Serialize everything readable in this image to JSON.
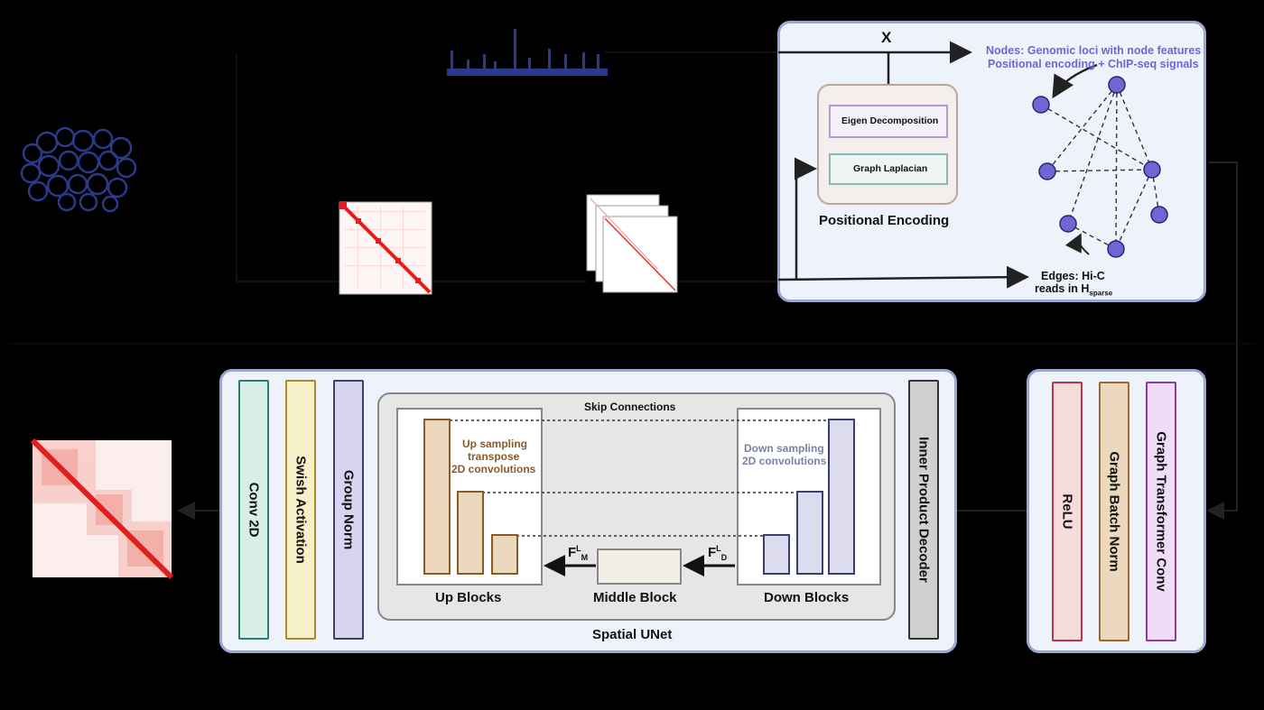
{
  "colors": {
    "panel_border": "#9aa7d6",
    "panel_bg": "#eef2fb",
    "node": "#6f66d6",
    "node_text": "#6f66d6",
    "upsampling_text": "#8b5a2b",
    "downsampling_text": "#7a80a8",
    "conv2d": "#2e7d6b",
    "swish": "#a88a2a",
    "groupnorm": "#3b3f6a",
    "relu": "#b23a48",
    "graphbatchnorm": "#9a6a32",
    "graphtransformer": "#8a3aa0"
  },
  "graph_panel": {
    "x_label": "X",
    "nodes_text_line1": "Nodes: Genomic loci with node features",
    "nodes_text_line2": "Positional encoding + ChIP-seq signals",
    "eigen_label": "Eigen Decomposition",
    "laplacian_label": "Graph Laplacian",
    "positional_encoding_label": "Positional Encoding",
    "edges_line1": "Edges: Hi-C",
    "edges_line2": "reads in H",
    "edges_subscript": "sparse"
  },
  "unet_panel": {
    "conv_label": "Conv 2D",
    "swish_label": "Swish Activation",
    "groupnorm_label": "Group Norm",
    "skip_label": "Skip Connections",
    "upsampling_line1": "Up sampling",
    "upsampling_line2": "transpose",
    "upsampling_line3": "2D convolutions",
    "downsampling_line1": "Down sampling",
    "downsampling_line2": "2D convolutions",
    "up_blocks_label": "Up Blocks",
    "middle_block_label": "Middle Block",
    "down_blocks_label": "Down Blocks",
    "fm_base": "F",
    "fm_sup": "L",
    "fm_sub": "M",
    "fd_base": "F",
    "fd_sup": "L",
    "fd_sub": "D",
    "spatial_unet_label": "Spatial UNet",
    "decoder_label": "Inner Product Decoder"
  },
  "gnn_panel": {
    "relu_label": "ReLU",
    "batchnorm_label": "Graph Batch Norm",
    "transformer_label": "Graph Transformer Conv"
  }
}
